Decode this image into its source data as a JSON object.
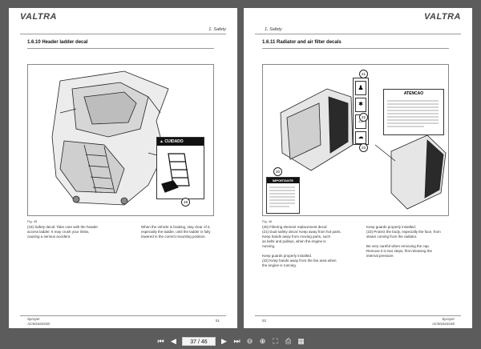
{
  "left_page": {
    "logo": "VALTRA",
    "header_right": "1. Safety",
    "section_title": "1.6.10  Header ladder decal",
    "decal_label": "CUIDADO",
    "callout": "19",
    "figure_label": "Fig. 45",
    "text_col1": [
      "(19)  Safety decal: Take care with the header",
      "         access ladder. It may crush your limbs,",
      "         causing a serious accident."
    ],
    "text_col2": [
      "When the vehicle is braking, stay clear of it,",
      "especially the ladder, until the ladder is fully",
      "lowered in the correct mounting position."
    ],
    "footer_product": "Sprayer",
    "footer_code": "ACW1624240",
    "page_number": "51"
  },
  "right_page": {
    "logo": "VALTRA",
    "header_left": "1. Safety",
    "section_title": "1.6.11  Radiator and air filter decals",
    "callouts": [
      "21",
      "22",
      "23",
      "20"
    ],
    "decal_title": "ATENCAO",
    "decal_label": "IMPORTANTE",
    "figure_label": "Fig. 46",
    "text_col1": [
      "(20)  Filtering element replacement decal",
      "(21)  Dual safety decal: Keep away from hot parts.",
      "         Keep hands away from moving parts, such",
      "         as belts and pulleys, when the engine is",
      "         running.",
      "",
      "         Keep guards properly installed.",
      "(22)  Keep hands away from the fan area when",
      "         the engine is running."
    ],
    "text_col2": [
      "Keep guards properly installed.",
      "(23)  Protect the body, especially the face, from",
      "         steam coming from the radiator.",
      "",
      "         Be very careful when removing the cap.",
      "         Remove it in two steps, first releasing the",
      "         internal pressure."
    ],
    "page_number": "52",
    "footer_product": "Sprayer",
    "footer_code": "ACW1624240"
  },
  "toolbar": {
    "page_indicator": "37 / 46",
    "icons": [
      "first-page-icon",
      "previous-page-icon",
      "next-page-icon",
      "last-page-icon",
      "zoom-out-icon",
      "zoom-in-icon",
      "fit-page-icon",
      "print-icon",
      "thumbnails-icon"
    ]
  }
}
